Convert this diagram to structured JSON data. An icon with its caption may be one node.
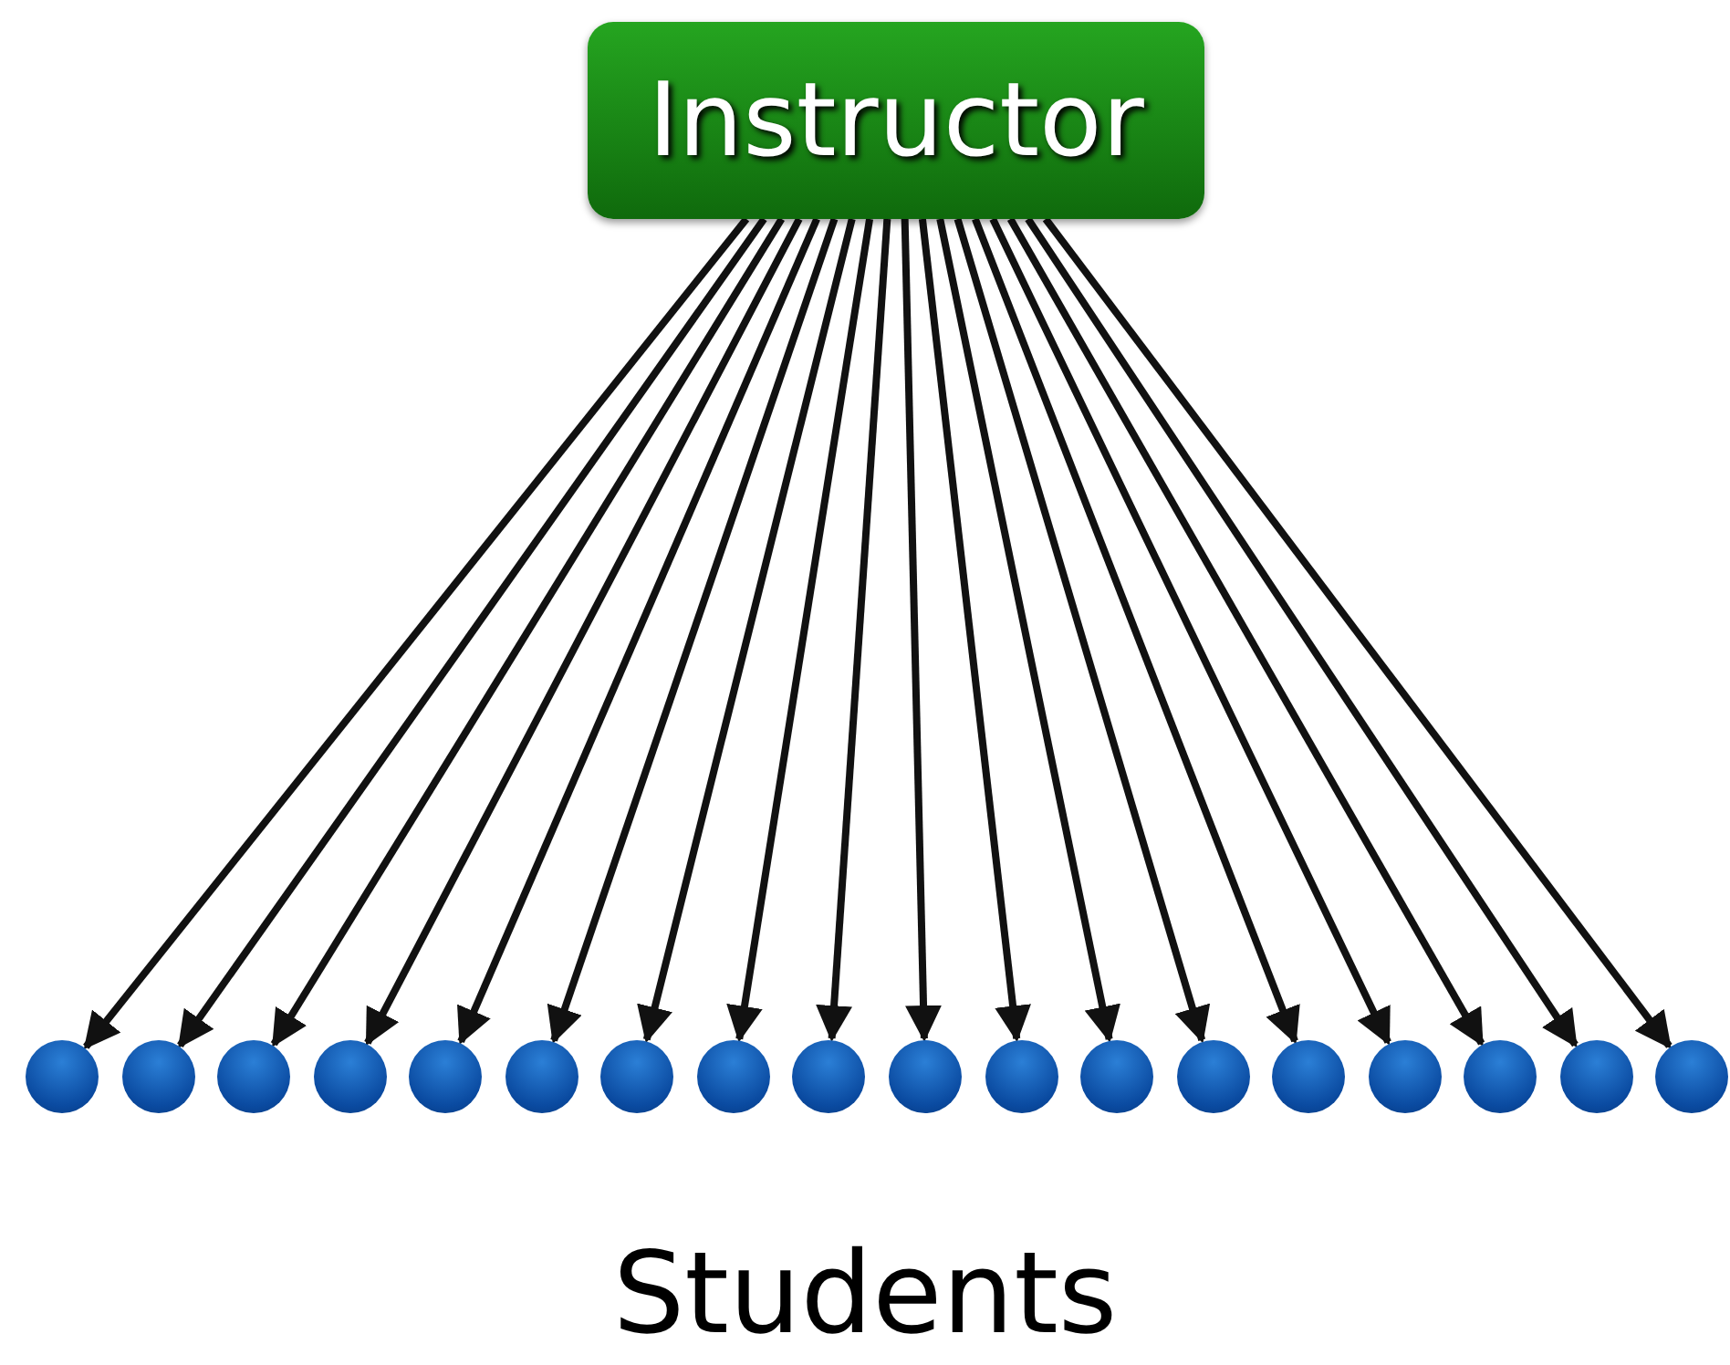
{
  "diagram": {
    "nodes": [
      {
        "text": [
          "Instructor"
        ]
      },
      {
        "text": [],
        "shape": "circle"
      },
      {
        "text": [],
        "shape": "circle"
      },
      {
        "text": [],
        "shape": "circle"
      },
      {
        "text": [],
        "shape": "circle"
      },
      {
        "text": [],
        "shape": "circle"
      },
      {
        "text": [],
        "shape": "circle"
      },
      {
        "text": [],
        "shape": "circle"
      },
      {
        "text": [],
        "shape": "circle"
      },
      {
        "text": [],
        "shape": "circle"
      },
      {
        "text": [],
        "shape": "circle"
      },
      {
        "text": [],
        "shape": "circle"
      },
      {
        "text": [],
        "shape": "circle"
      },
      {
        "text": [],
        "shape": "circle"
      },
      {
        "text": [],
        "shape": "circle"
      },
      {
        "text": [],
        "shape": "circle"
      },
      {
        "text": [],
        "shape": "circle"
      },
      {
        "text": [],
        "shape": "circle"
      },
      {
        "text": [],
        "shape": "circle"
      }
    ],
    "edges": [
      {
        "from": 0,
        "to": 1,
        "arrow": "to"
      },
      {
        "from": 0,
        "to": 2,
        "arrow": "to"
      },
      {
        "from": 0,
        "to": 3,
        "arrow": "to"
      },
      {
        "from": 0,
        "to": 4,
        "arrow": "to"
      },
      {
        "from": 0,
        "to": 5,
        "arrow": "to"
      },
      {
        "from": 0,
        "to": 6,
        "arrow": "to"
      },
      {
        "from": 0,
        "to": 7,
        "arrow": "to"
      },
      {
        "from": 0,
        "to": 8,
        "arrow": "to"
      },
      {
        "from": 0,
        "to": 9,
        "arrow": "to"
      },
      {
        "from": 0,
        "to": 10,
        "arrow": "to"
      },
      {
        "from": 0,
        "to": 11,
        "arrow": "to"
      },
      {
        "from": 0,
        "to": 12,
        "arrow": "to"
      },
      {
        "from": 0,
        "to": 13,
        "arrow": "to"
      },
      {
        "from": 0,
        "to": 14,
        "arrow": "to"
      },
      {
        "from": 0,
        "to": 15,
        "arrow": "to"
      },
      {
        "from": 0,
        "to": 16,
        "arrow": "to"
      },
      {
        "from": 0,
        "to": 17,
        "arrow": "to"
      },
      {
        "from": 0,
        "to": 18,
        "arrow": "to"
      }
    ],
    "labels": [
      "Students"
    ]
  }
}
